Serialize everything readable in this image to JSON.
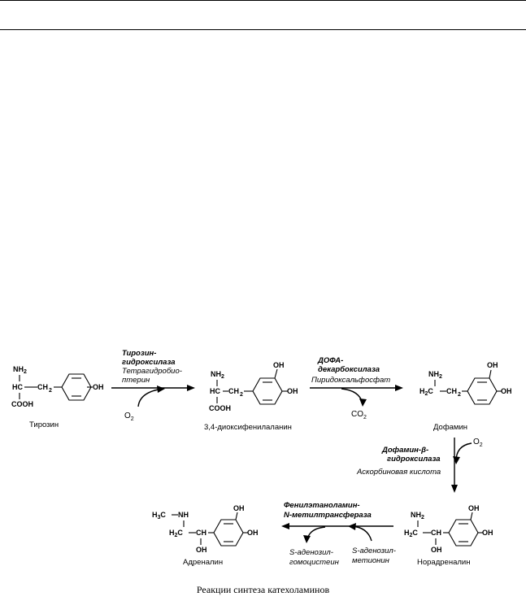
{
  "compounds": {
    "tyrosine": "Тирозин",
    "dopa": "3,4-диоксифенилаланин",
    "dopamine": "Дофамин",
    "noradrenaline": "Норадреналин",
    "adrenaline": "Адреналин"
  },
  "steps": {
    "s1": {
      "enzyme_line1": "Тирозин-",
      "enzyme_line2": "гидроксилаза",
      "cofactor_line1": "Тетрагидробио-",
      "cofactor_line2": "птерин",
      "reagent_main": "O",
      "reagent_sub": "2"
    },
    "s2": {
      "enzyme_line1": "ДОФА-",
      "enzyme_line2": "декарбоксилаза",
      "cofactor_line1": "Пиридоксальфосфат",
      "product_main": "CO",
      "product_sub": "2"
    },
    "s3": {
      "enzyme_line1": "Дофамин-β-",
      "enzyme_line2": "гидроксилаза",
      "cofactor_line1": "Аскорбиновая кислота",
      "reagent_main": "O",
      "reagent_sub": "2"
    },
    "s4": {
      "enzyme_line1": "Фенилэтаноламин-",
      "enzyme_line2": "N-метилтрансфераза",
      "donor_line1": "S-аденозил-",
      "donor_line2": "метионин",
      "product_line1": "S-аденозил-",
      "product_line2": "гомоцистеин"
    }
  },
  "atoms": {
    "NH": "NH",
    "H": "H",
    "C": "C",
    "HC": "HC",
    "CH": "CH",
    "CH2_main": "CH",
    "two": "2",
    "COOH": "COOH",
    "OH": "OH",
    "H2C": "H",
    "H3C_main": "H",
    "three": "3",
    "CH_dash_NH_C": "C",
    "NH_alone": "NH"
  },
  "caption": "Реакции синтеза катехоламинов"
}
